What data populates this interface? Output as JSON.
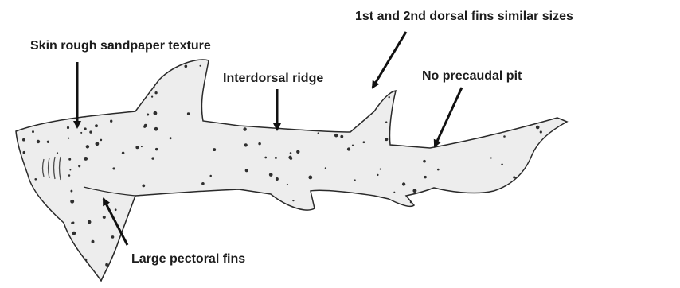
{
  "annotations": {
    "skin_texture": "Skin rough sandpaper texture",
    "dorsal_fins": "1st and 2nd dorsal fins similar sizes",
    "interdorsal_ridge": "Interdorsal ridge",
    "precaudal_pit": "No precaudal pit",
    "pectoral_fins": "Large pectoral fins"
  },
  "colors": {
    "body_fill": "#ededed",
    "outline": "#2a2a2a",
    "spots": "#2f2f2f",
    "arrow": "#111111",
    "label": "#1c1c1c"
  }
}
